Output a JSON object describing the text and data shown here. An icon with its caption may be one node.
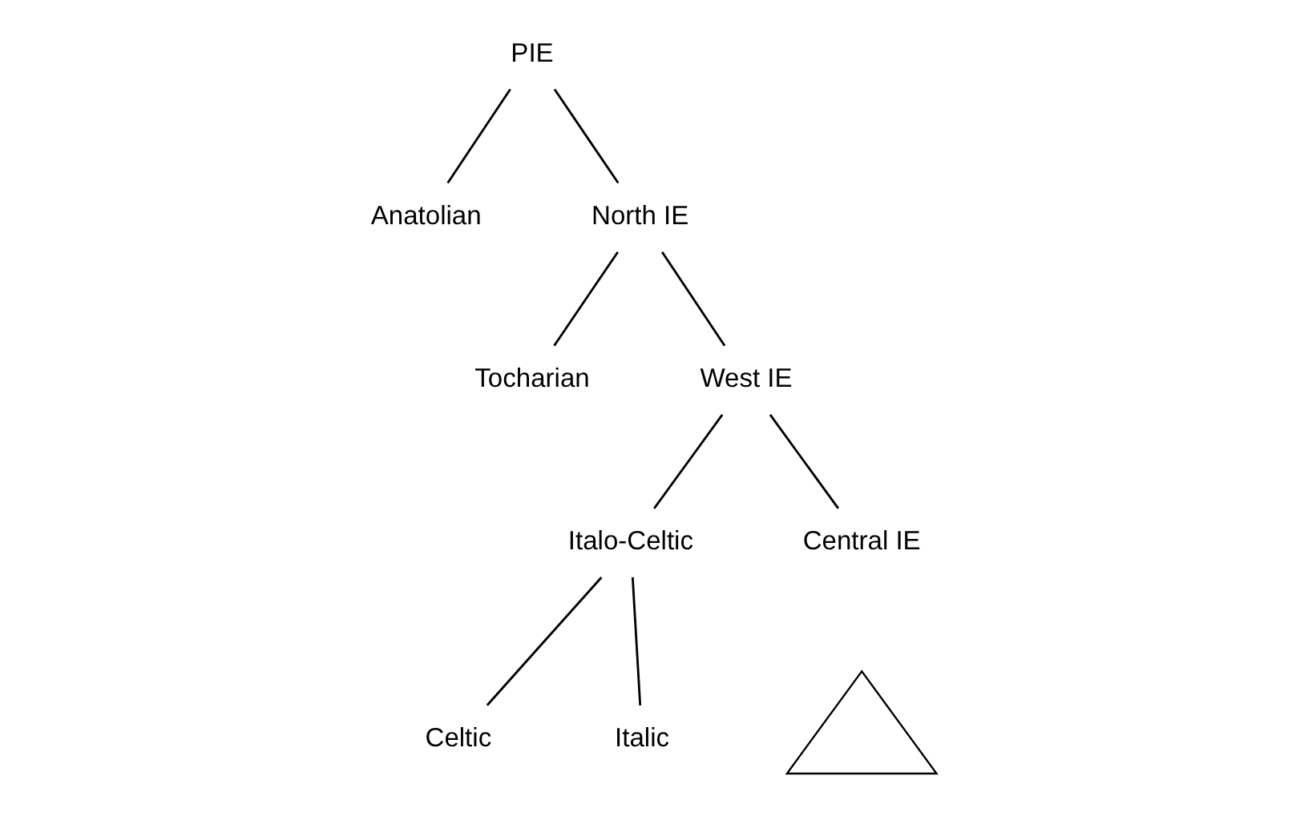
{
  "diagram": {
    "nodes": [
      {
        "text": [
          "PIE"
        ]
      },
      {
        "text": [
          "Anatolian"
        ]
      },
      {
        "text": [
          "North IE"
        ]
      },
      {
        "text": [
          "Tocharian"
        ]
      },
      {
        "text": [
          "West IE"
        ]
      },
      {
        "text": [
          "Italo-Celtic"
        ]
      },
      {
        "text": [
          "Central IE"
        ]
      },
      {
        "text": [
          "Celtic"
        ]
      },
      {
        "text": [
          "Italic"
        ]
      },
      {
        "text": [],
        "shape": "triangle"
      }
    ],
    "edges": [
      {
        "from": 0,
        "to": 1,
        "arrow": "none"
      },
      {
        "from": 0,
        "to": 2,
        "arrow": "none"
      },
      {
        "from": 2,
        "to": 3,
        "arrow": "none"
      },
      {
        "from": 2,
        "to": 4,
        "arrow": "none"
      },
      {
        "from": 4,
        "to": 5,
        "arrow": "none"
      },
      {
        "from": 4,
        "to": 6,
        "arrow": "none"
      },
      {
        "from": 5,
        "to": 7,
        "arrow": "none"
      },
      {
        "from": 5,
        "to": 8,
        "arrow": "none"
      }
    ]
  }
}
